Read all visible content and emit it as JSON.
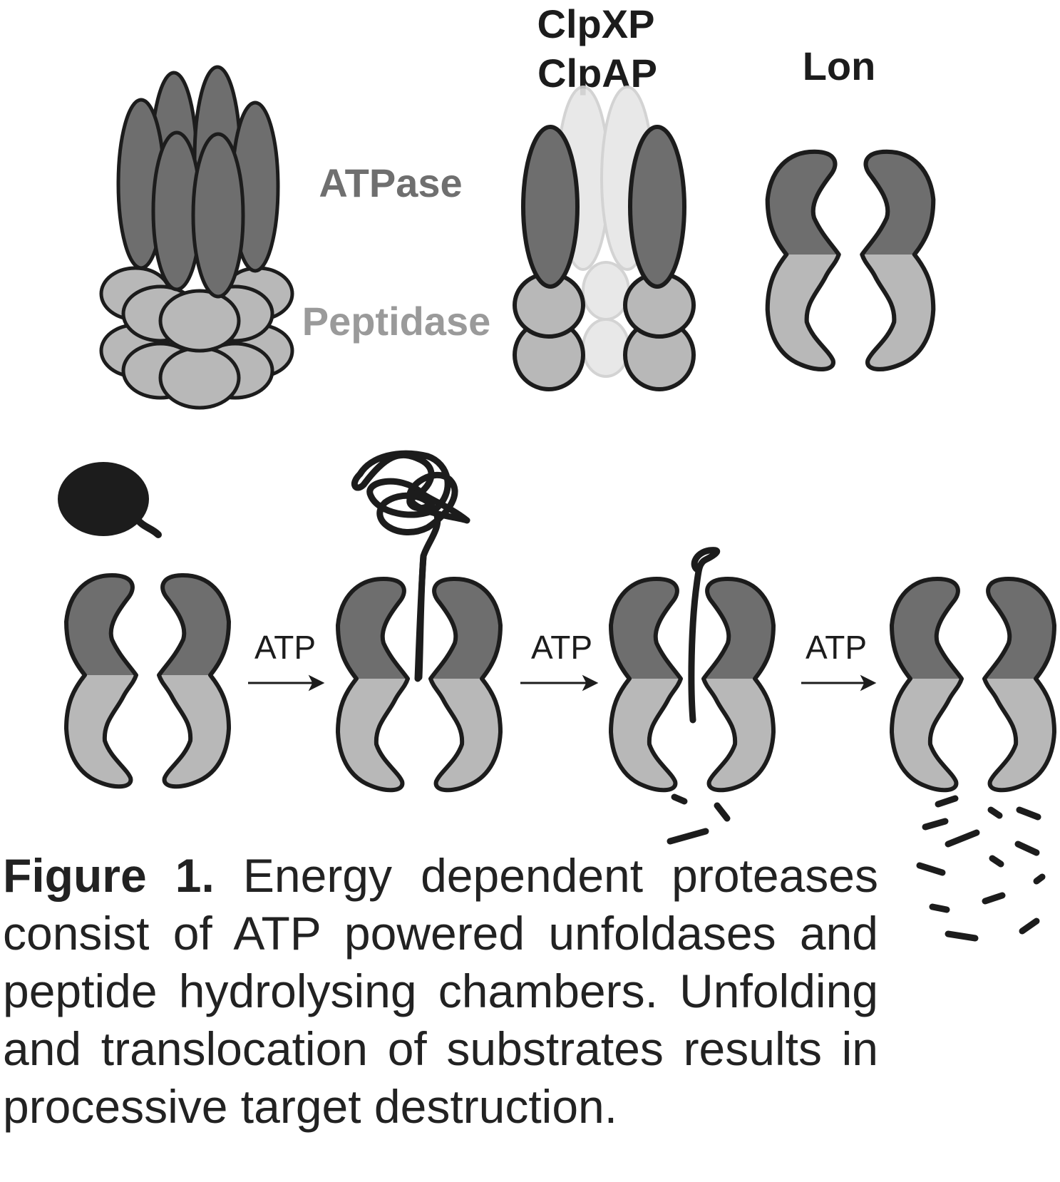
{
  "labels": {
    "clpxp": "ClpXP",
    "clpap": "ClpAP",
    "lon": "Lon",
    "atpase": "ATPase",
    "peptidase": "Peptidase"
  },
  "steps": {
    "arrow1": "ATP",
    "arrow2": "ATP",
    "arrow3": "ATP"
  },
  "caption": {
    "figure_label": "Figure 1.",
    "text": "Energy dependent proteases consist of ATP powered unfoldases and peptide hydrolysing chambers. Unfolding and translocation of substrates results in processive target destruction."
  },
  "colors": {
    "atpase_dark": "#6e6e6e",
    "peptidase_light": "#b8b8b8",
    "outline": "#1c1c1c",
    "substrate": "#1c1c1c",
    "label_gray": "#6f6f6f",
    "peptidase_label": "#9a9a9a"
  }
}
